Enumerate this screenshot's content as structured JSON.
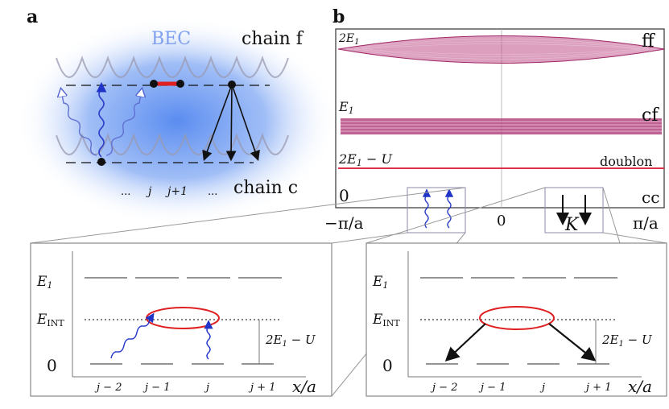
{
  "panel_a": {
    "letter": "a",
    "bec_label": "BEC",
    "chain_f_label": "chain f",
    "chain_c_label": "chain c",
    "site_labels": [
      "...",
      "j",
      "j+1",
      "..."
    ]
  },
  "panel_b": {
    "letter": "b",
    "band_labels": {
      "ff": "ff",
      "cf": "cf",
      "doublon": "doublon",
      "cc": "cc"
    },
    "energy_labels": {
      "top": "2E",
      "top_sub": "1",
      "mid": "E",
      "mid_sub": "1",
      "doublon": "2E",
      "doublon_sub": "1",
      "doublon_tail": " − U",
      "zero": "0"
    },
    "x_ticks": {
      "left": "−π/a",
      "center": "0",
      "K": "K",
      "right": "π/a"
    }
  },
  "inset_left": {
    "e1": "E",
    "e1_sub": "1",
    "eint": "E",
    "eint_sub": "INT",
    "zero": "0",
    "gap_label": "2E",
    "gap_sub": "1",
    "gap_tail": " − U",
    "x_ticks": [
      "j − 2",
      "j − 1",
      "j",
      "j + 1"
    ],
    "x_axis": "x/a"
  },
  "inset_right": {
    "e1": "E",
    "e1_sub": "1",
    "eint": "E",
    "eint_sub": "INT",
    "zero": "0",
    "gap_label": "2E",
    "gap_sub": "1",
    "gap_tail": " − U",
    "x_ticks": [
      "j − 2",
      "j − 1",
      "j",
      "j + 1"
    ],
    "x_axis": "x/a"
  },
  "colors": {
    "bec": "#4d7fe8",
    "band": "#b0306e",
    "doublon_line": "#e0304a",
    "ellipse": "#e02020",
    "wavy": "#2035c8",
    "box": "#8a8aa8",
    "frame": "#808080"
  }
}
